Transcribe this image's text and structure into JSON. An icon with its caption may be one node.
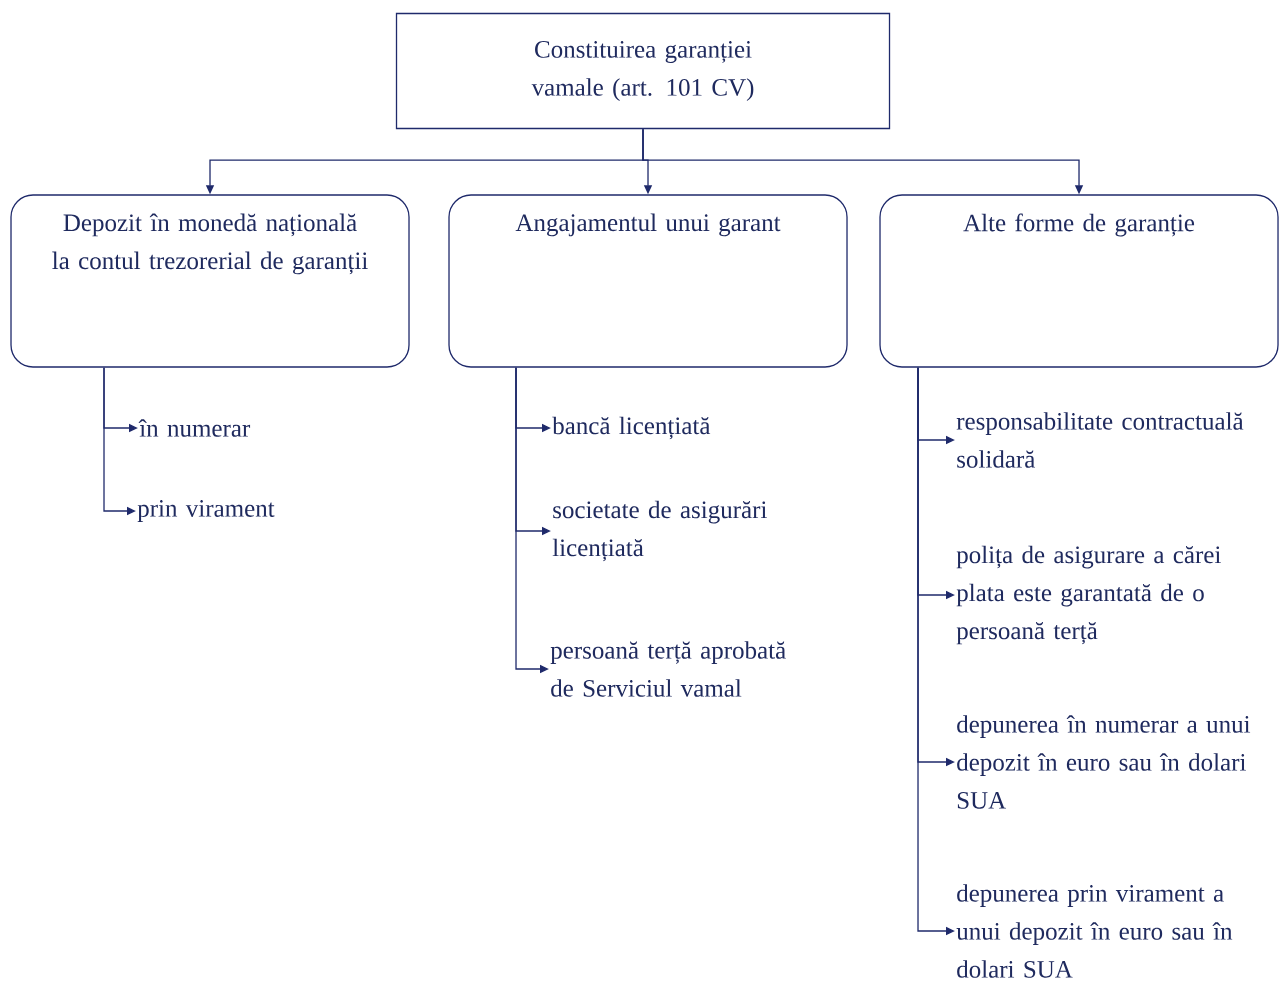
{
  "diagram": {
    "nodes": [
      {
        "text": [
          "Constituirea garanției vamale (art. 101 CV)"
        ]
      },
      {
        "text": [
          "Depozit în monedă națională la contul trezorerial de garanții"
        ]
      },
      {
        "text": [
          "Angajamentul unui garant"
        ]
      },
      {
        "text": [
          "Alte forme de garanție"
        ]
      },
      {
        "text": [
          "în numerar"
        ]
      },
      {
        "text": [
          "prin virament"
        ]
      },
      {
        "text": [
          "bancă licențiată"
        ]
      },
      {
        "text": [
          "societate de asigurări licențiată"
        ]
      },
      {
        "text": [
          "persoană terță aprobată de Serviciul vamal"
        ]
      },
      {
        "text": [
          "responsabilitate contractuală solidară"
        ]
      },
      {
        "text": [
          "polița de asigurare a cărei plata este garantată de o persoană terță"
        ]
      },
      {
        "text": [
          "depunerea în numerar a unui depozit în euro sau în dolari SUA"
        ]
      },
      {
        "text": [
          "depunerea prin virament a unui depozit în euro sau în dolari SUA"
        ]
      }
    ],
    "edges": [
      {
        "from": 0,
        "to": 1,
        "arrow": "to"
      },
      {
        "from": 0,
        "to": 2,
        "arrow": "to"
      },
      {
        "from": 0,
        "to": 3,
        "arrow": "to"
      },
      {
        "from": 1,
        "to": 4,
        "arrow": "to"
      },
      {
        "from": 1,
        "to": 5,
        "arrow": "to"
      },
      {
        "from": 2,
        "to": 6,
        "arrow": "to"
      },
      {
        "from": 2,
        "to": 7,
        "arrow": "to"
      },
      {
        "from": 2,
        "to": 8,
        "arrow": "to"
      },
      {
        "from": 3,
        "to": 9,
        "arrow": "to"
      },
      {
        "from": 3,
        "to": 10,
        "arrow": "to"
      },
      {
        "from": 3,
        "to": 11,
        "arrow": "to"
      },
      {
        "from": 3,
        "to": 12,
        "arrow": "to"
      }
    ]
  }
}
